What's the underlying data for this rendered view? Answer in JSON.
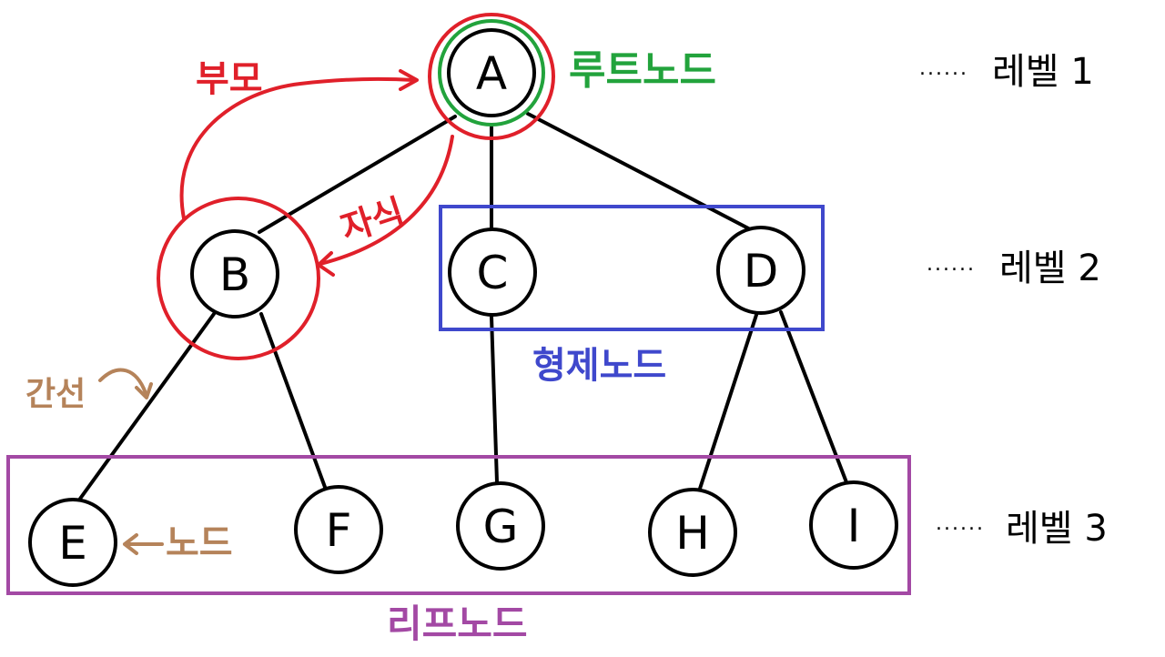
{
  "nodes": {
    "a": "A",
    "b": "B",
    "c": "C",
    "d": "D",
    "e": "E",
    "f": "F",
    "g": "G",
    "h": "H",
    "i": "I"
  },
  "labels": {
    "root_node": "루트노드",
    "parent": "부모",
    "child": "자식",
    "sibling_nodes": "형제노드",
    "edge": "간선",
    "node": "노드",
    "leaf_nodes": "리프노드"
  },
  "levels": [
    "레벨 1",
    "레벨 2",
    "레벨 3"
  ],
  "dots": "......",
  "colors": {
    "line": "#000000",
    "root": "#22a33c",
    "parent_child": "#e0202a",
    "sibling": "#3f48cc",
    "edge_node": "#b5835a",
    "leaf": "#a349a4"
  }
}
